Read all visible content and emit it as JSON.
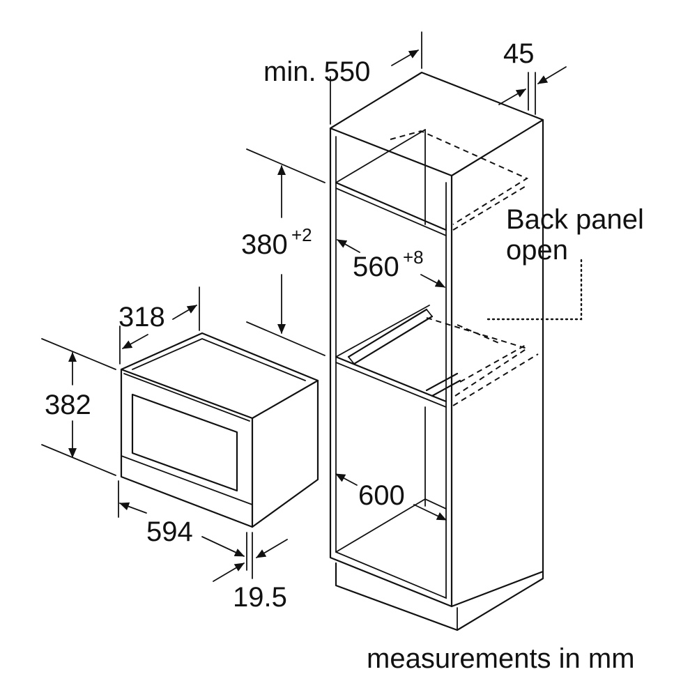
{
  "dimensions": {
    "depth_min": "min. 550",
    "offset_45": "45",
    "height_niche": "380",
    "height_niche_tol": "+2",
    "width_niche": "560",
    "width_niche_tol": "+8",
    "width_600": "600",
    "appliance_depth": "318",
    "appliance_height": "382",
    "appliance_width": "594",
    "front_thickness": "19.5"
  },
  "labels": {
    "back_panel_line1": "Back panel",
    "back_panel_line2": "open",
    "units_note": "measurements in mm"
  }
}
